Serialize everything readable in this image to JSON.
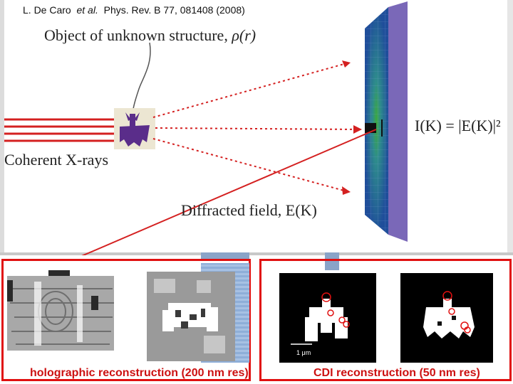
{
  "citation": {
    "authors": "L. De Caro",
    "etal": "et al.",
    "journal": "Phys. Rev. B 77, 081408 (2008)"
  },
  "labels": {
    "object": "Object of unknown structure, ",
    "object_rho": "ρ(r)",
    "coherent": "Coherent X-rays",
    "diffracted": "Diffracted field, E(K)",
    "intensity": "I(K) = |E(K)|²"
  },
  "captions": {
    "holographic": "holographic reconstruction (200 nm res)",
    "cdi": "CDI  reconstruction (50 nm res)",
    "scale_bar": "1 μm"
  },
  "colors": {
    "beam": "#d42020",
    "frame": "#e01010",
    "detector": "#2a5fa8",
    "speckle_center": "#3caa3c"
  }
}
